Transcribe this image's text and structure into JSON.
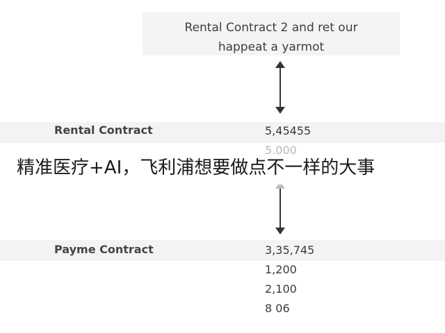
{
  "top_caption": {
    "line1": "Rental Contract 2 and ret our",
    "line2": "happeat a yarmot"
  },
  "sections": [
    {
      "label": "Rental Contract",
      "values": [
        "5,45455",
        "5,000"
      ]
    },
    {
      "label": "Payme Contract",
      "values": [
        "3,35,745",
        "1,200",
        "2,100",
        "8 06"
      ]
    }
  ],
  "overlay": {
    "text": "精准医疗+AI，飞利浦想要做点不一样的大事"
  },
  "colors": {
    "text": "#3a3a3a",
    "faded_value": "#b9b9b9",
    "arrow": "#333333",
    "background": "#ffffff"
  },
  "icons": {
    "connector_top": "double-headed-vertical-arrow",
    "connector_bottom": "double-headed-vertical-arrow"
  }
}
